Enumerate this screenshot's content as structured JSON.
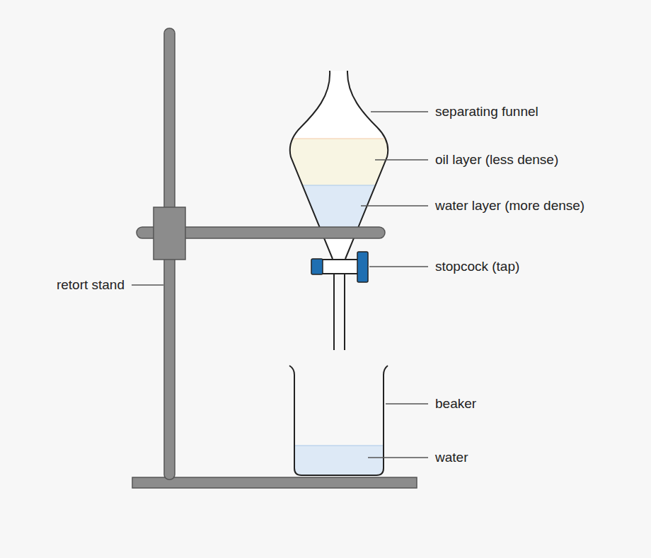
{
  "diagram": {
    "labels": [
      "separating funnel",
      "oil layer (less dense)",
      "water layer (more dense)",
      "stopcock (tap)",
      "retort stand",
      "beaker",
      "water"
    ]
  }
}
